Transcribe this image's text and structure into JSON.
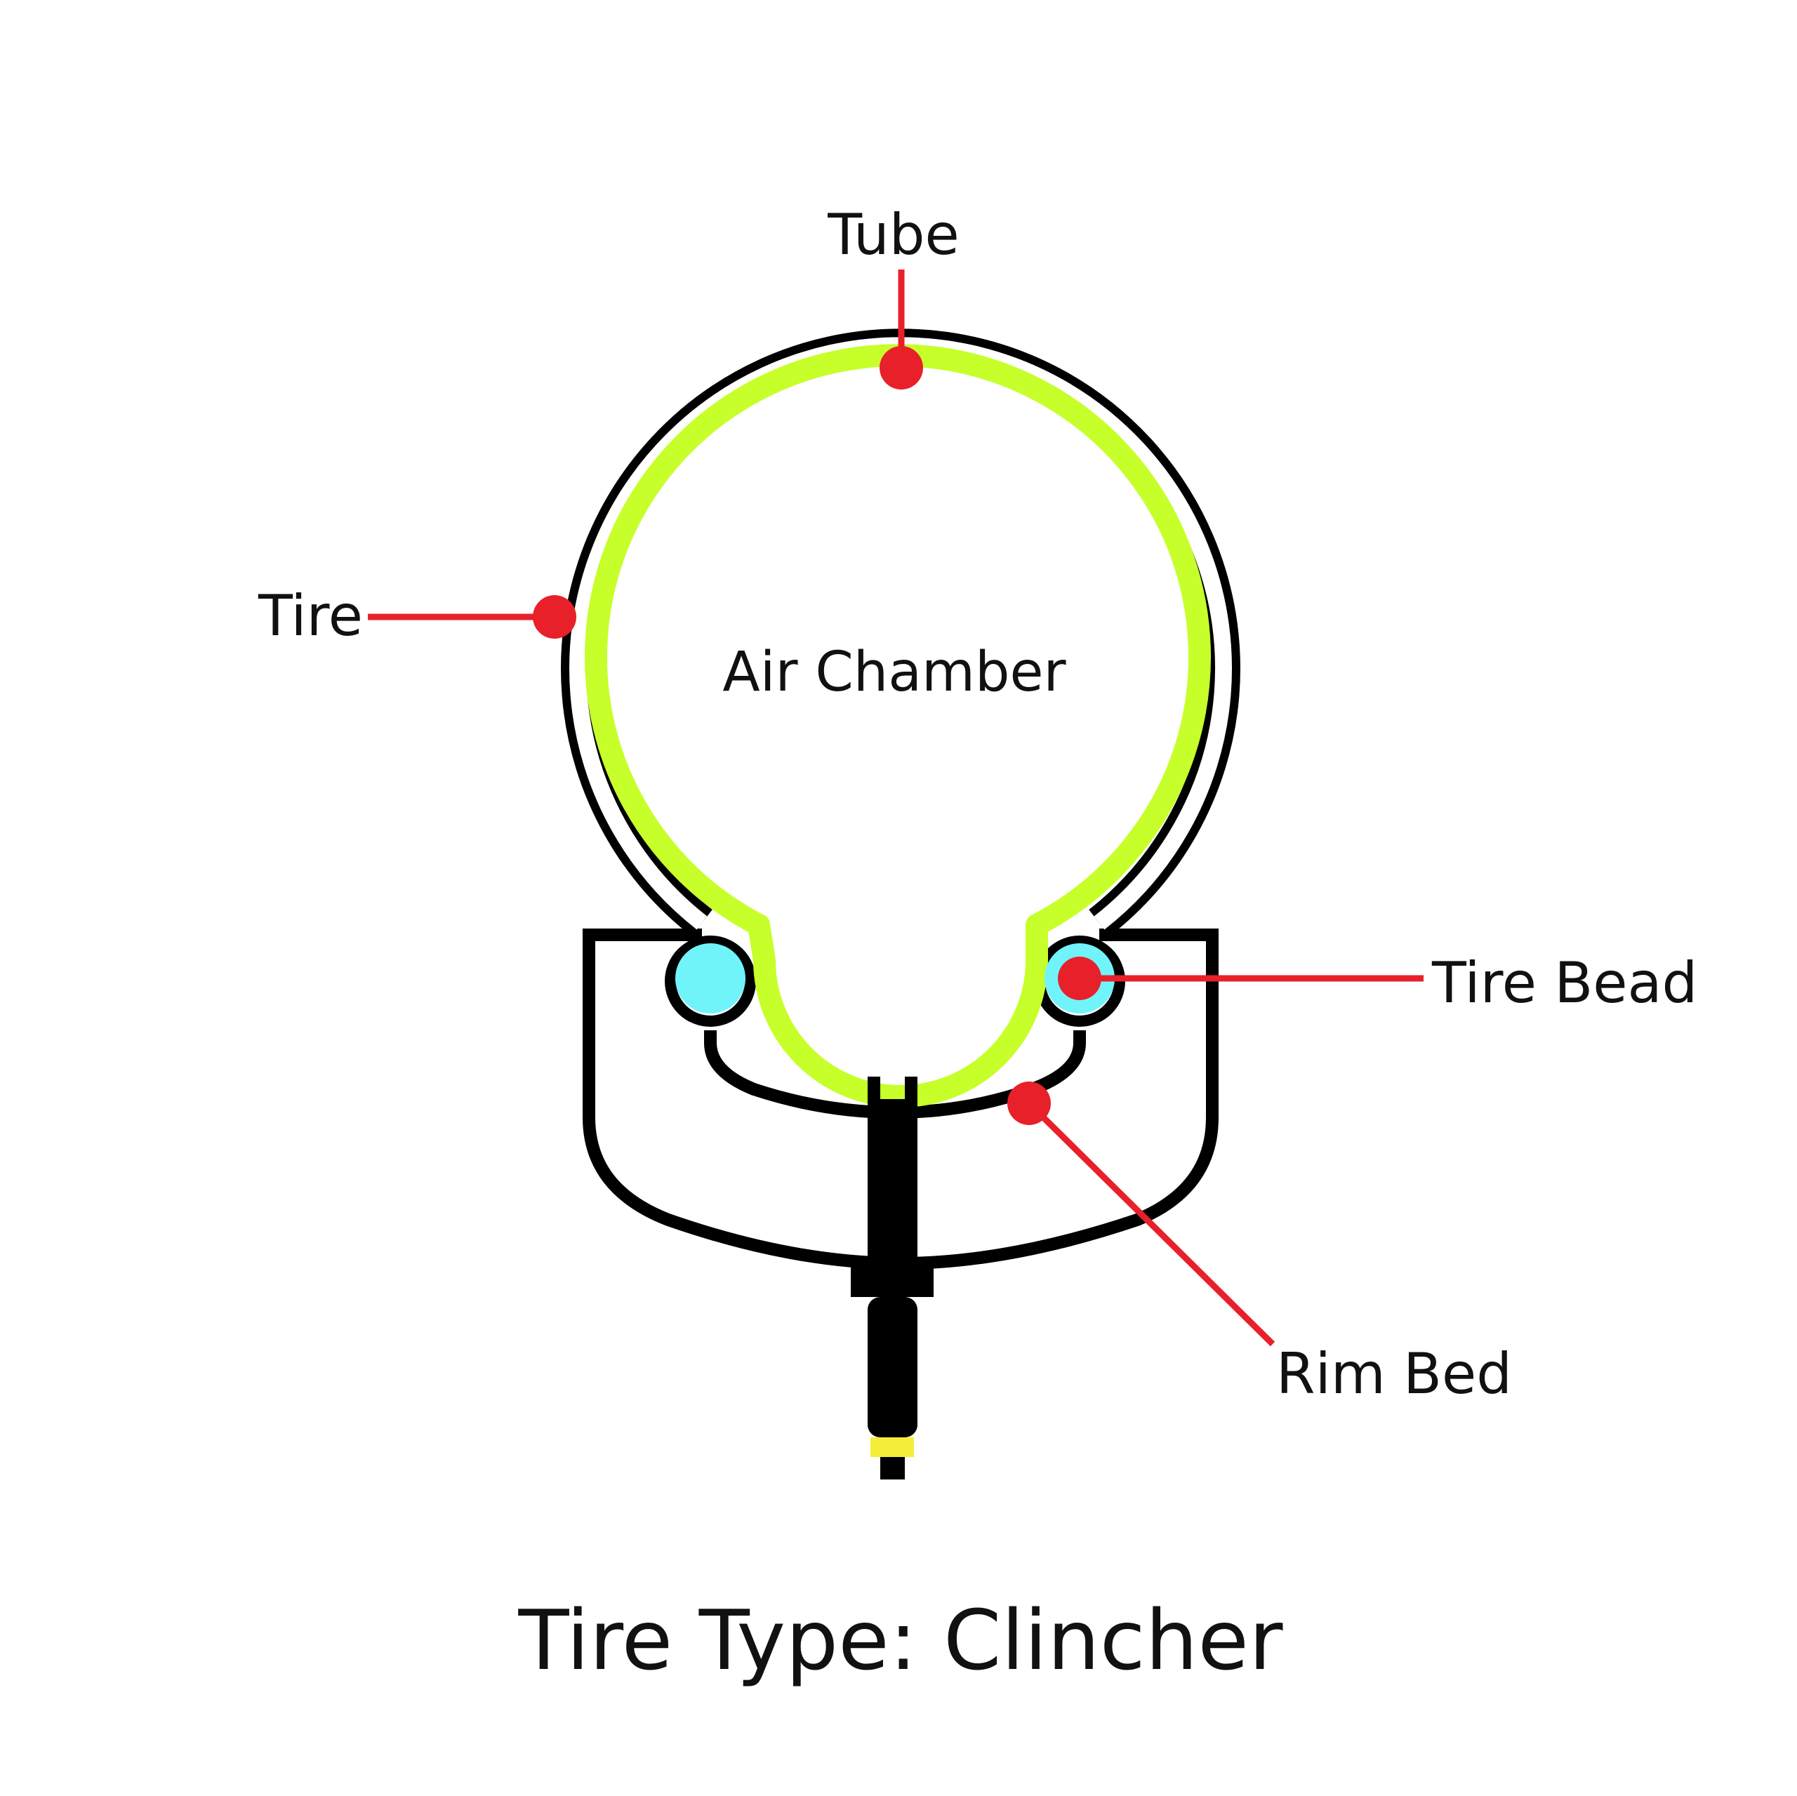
{
  "title": "Tire Type: Clincher",
  "labels": {
    "tube": "Tube",
    "tire": "Tire",
    "air_chamber": "Air Chamber",
    "tire_bead": "Tire Bead",
    "rim_bed": "Rim Bed"
  },
  "colors": {
    "outline": "#000000",
    "tube": "#c6ff2a",
    "bead": "#70f4fa",
    "marker": "#e8202a",
    "valve_band": "#f4ee3a",
    "background": "#ffffff"
  }
}
